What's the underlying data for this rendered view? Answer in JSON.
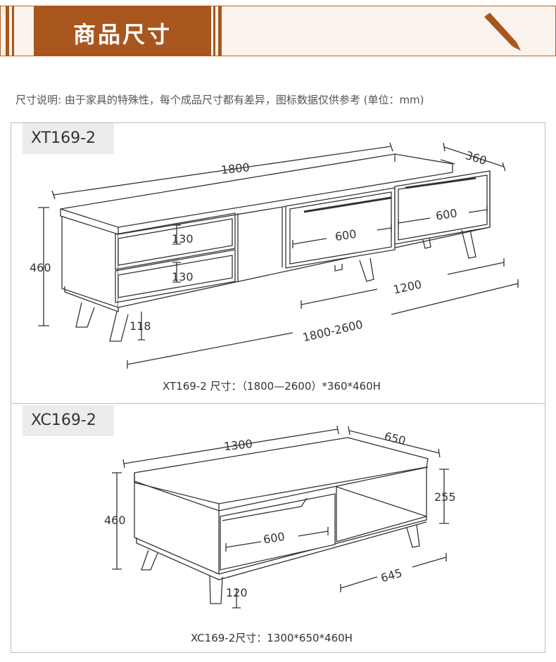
{
  "header": {
    "title": "商品尺寸",
    "accent": "#a9561e"
  },
  "note": "尺寸说明: 由于家具的特殊性，每个成品尺寸都有差异，图标数据仅供参考 (单位：mm)",
  "products": [
    {
      "model": "XT169-2",
      "caption": "XT169-2 尺寸：（1800—2600）*360*460H",
      "dims": {
        "length": "1800",
        "depth": "360",
        "height": "460",
        "drawer_height_1": "130",
        "drawer_height_2": "130",
        "drawer_width_1": "600",
        "drawer_width_2": "600",
        "leg_height": "118",
        "base_span": "1200",
        "extend_range": "1800-2600"
      }
    },
    {
      "model": "XC169-2",
      "caption": "XC169-2尺寸：1300*650*460H",
      "dims": {
        "length": "1300",
        "depth": "650",
        "height": "460",
        "open_height": "255",
        "drawer_width": "600",
        "leg_span": "645",
        "leg_height": "120"
      }
    }
  ]
}
